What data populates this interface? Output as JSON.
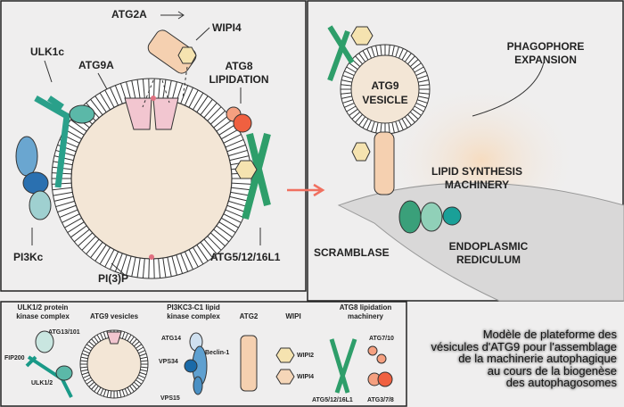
{
  "left_panel": {
    "labels": {
      "atg2a": "ATG2A",
      "wipi4": "WIPI4",
      "ulk1c": "ULK1c",
      "atg9a": "ATG9A",
      "atg8_lip_1": "ATG8",
      "atg8_lip_2": "LIPIDATION",
      "pi3kc": "PI3Kc",
      "pi3p": "PI(3)P",
      "atg5": "ATG5/12/16L1"
    }
  },
  "right_panel": {
    "labels": {
      "phago_1": "PHAGOPHORE",
      "phago_2": "EXPANSION",
      "atg9v_1": "ATG9",
      "atg9v_2": "VESICLE",
      "lipid_1": "LIPID SYNTHESIS",
      "lipid_2": "MACHINERY",
      "er_1": "ENDOPLASMIC",
      "er_2": "REDICULUM",
      "scramblase": "SCRAMBLASE"
    }
  },
  "legend": {
    "ulk": {
      "title_1": "ULK1/2 protein",
      "title_2": "kinase complex",
      "labels": [
        "ATG13/101",
        "FIP200",
        "ULK1/2"
      ]
    },
    "atg9": {
      "title": "ATG9 vesicles"
    },
    "pi3k": {
      "title_1": "PI3KC3-C1 lipid",
      "title_2": "kinase complex",
      "labels": [
        "ATG14",
        "Beclin-1",
        "VPS34",
        "VPS15"
      ]
    },
    "atg2": {
      "title": "ATG2"
    },
    "wipi": {
      "title": "WIPI",
      "labels": [
        "WIPI2",
        "WIPI4"
      ]
    },
    "atg8": {
      "title_1": "ATG8 lipidation",
      "title_2": "machinery",
      "labels": [
        "ATG7/10",
        "ATG5/12/16L1",
        "ATG3/7/8"
      ]
    }
  },
  "caption": [
    "Modèle de plateforme des",
    "vésicules d'ATG9 pour l'assemblage",
    "de la machinerie autophagique",
    "au cours de la biogenèse",
    "des autophagosomes"
  ],
  "colors": {
    "vesicle_lumen": "#f3e6d6",
    "atg9": "#f2c6d0",
    "teal": "#5bb8a8",
    "green": "#2e9e6a",
    "blue": "#3d8fc4",
    "orange": "#f08060",
    "arrow": "#f07060"
  }
}
